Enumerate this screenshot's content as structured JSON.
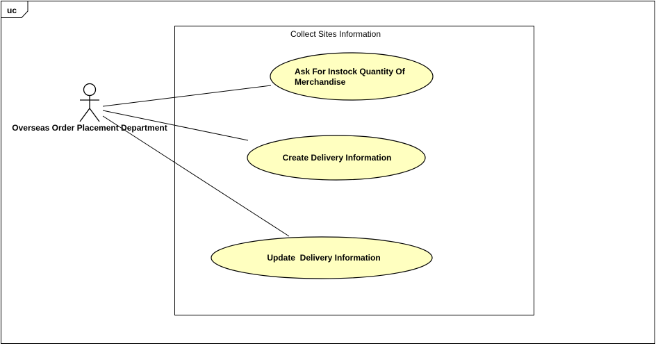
{
  "frame": {
    "label": "uc"
  },
  "system_boundary": {
    "title": "Collect Sites Information"
  },
  "actor": {
    "name": "Overseas Order Placement Department"
  },
  "use_cases": [
    {
      "lines": [
        "Ask For Instock Quantity Of",
        "Merchandise"
      ]
    },
    {
      "lines": [
        "Create Delivery Information"
      ]
    },
    {
      "lines": [
        "Update  Delivery Information"
      ]
    }
  ],
  "colors": {
    "use_case_fill": "#ffffc0",
    "stroke": "#000000",
    "background": "#ffffff"
  }
}
